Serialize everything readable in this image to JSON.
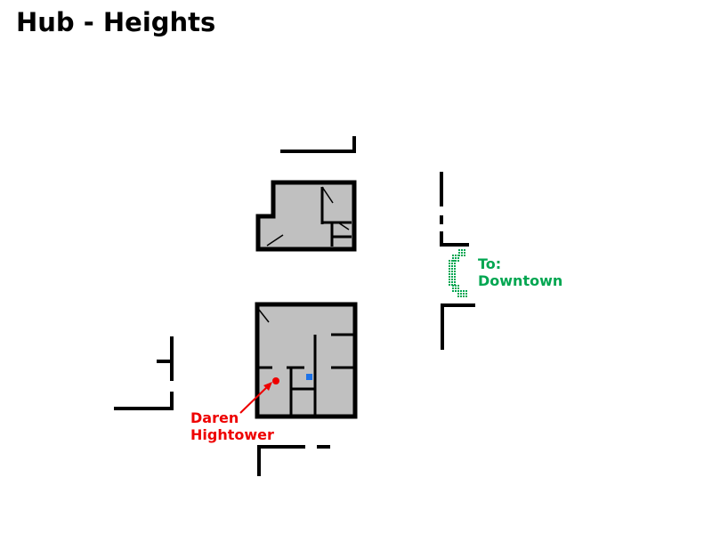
{
  "map": {
    "title": "Hub - Heights",
    "exit": {
      "line1": "To:",
      "line2": "Downtown",
      "color": "#00a651"
    },
    "npc": {
      "first_name": "Daren",
      "last_name": "Hightower",
      "color": "#ee0000"
    },
    "player_marker_color": "#1e73e8",
    "room_fill": "#c0c0c0",
    "wall_color": "#000000"
  }
}
